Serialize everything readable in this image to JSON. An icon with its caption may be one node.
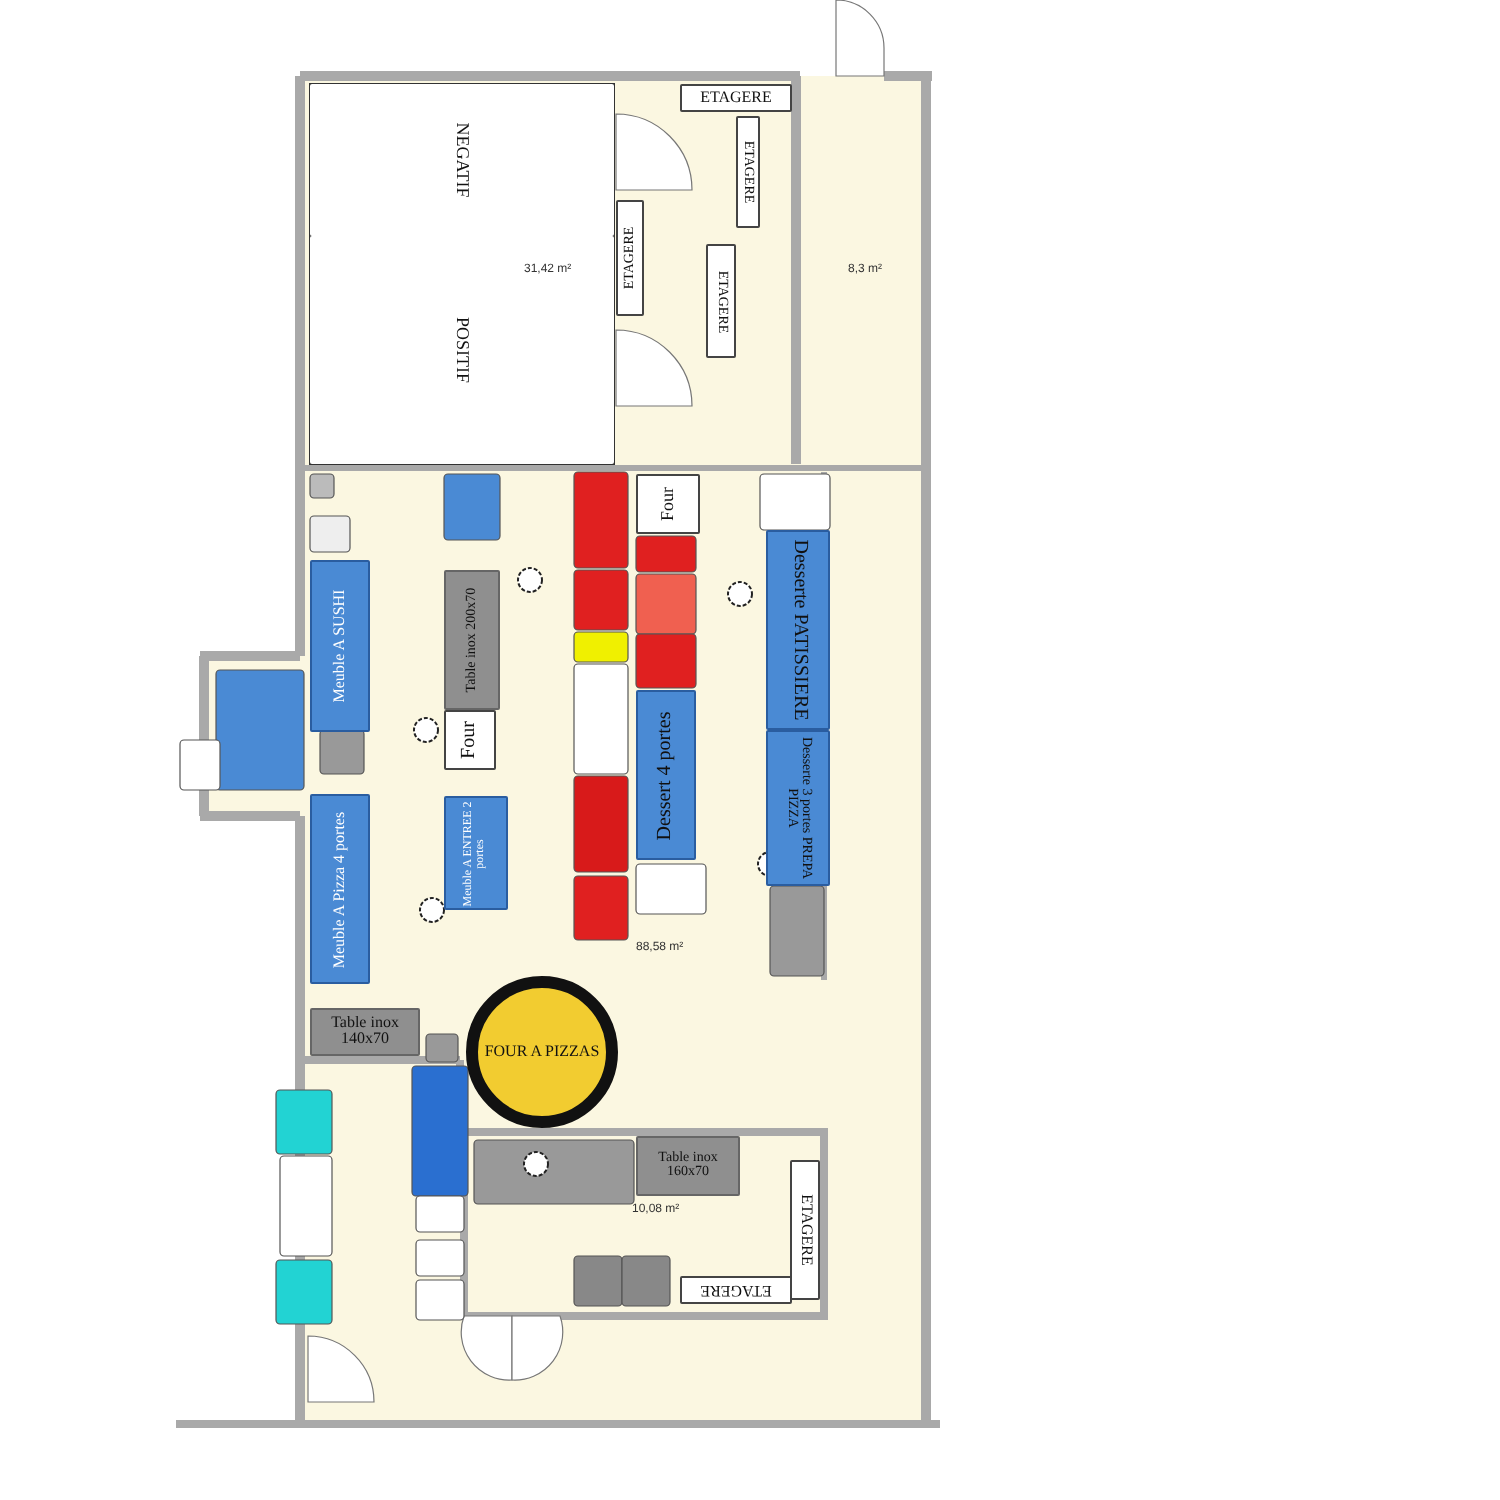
{
  "diagram": {
    "nodes": [
      {
        "text": [
          "NEGATIF"
        ]
      },
      {
        "text": [
          "POSITIF"
        ]
      },
      {
        "text": [
          "ETAGERE"
        ]
      },
      {
        "text": [
          "ETAGERE"
        ]
      },
      {
        "text": [
          "ETAGERE"
        ]
      },
      {
        "text": [
          "ETAGERE"
        ]
      },
      {
        "text": [
          "Four"
        ]
      },
      {
        "text": [
          "Table inox 200x70"
        ]
      },
      {
        "text": [
          "Four"
        ]
      },
      {
        "text": [
          "Meuble A SUSHI"
        ]
      },
      {
        "text": [
          "Meuble A Pizza 4 portes"
        ]
      },
      {
        "text": [
          "Meuble A ENTREE 2 portes"
        ]
      },
      {
        "text": [
          "Dessert 4 portes"
        ]
      },
      {
        "text": [
          "Desserte PATISSIERE"
        ]
      },
      {
        "text": [
          "Desserte 3 portes PREPA PIZZA"
        ]
      },
      {
        "text": [
          "Table inox 140x70"
        ]
      },
      {
        "text": [
          "FOUR A PIZZAS"
        ]
      },
      {
        "text": [
          "Table inox 160x70"
        ]
      },
      {
        "text": [
          "ETAGERE"
        ]
      },
      {
        "text": [
          "ETAGERE"
        ]
      }
    ],
    "labels": [
      "31,42 m²",
      "8,3 m²",
      "88,58 m²",
      "10,08 m²"
    ]
  }
}
